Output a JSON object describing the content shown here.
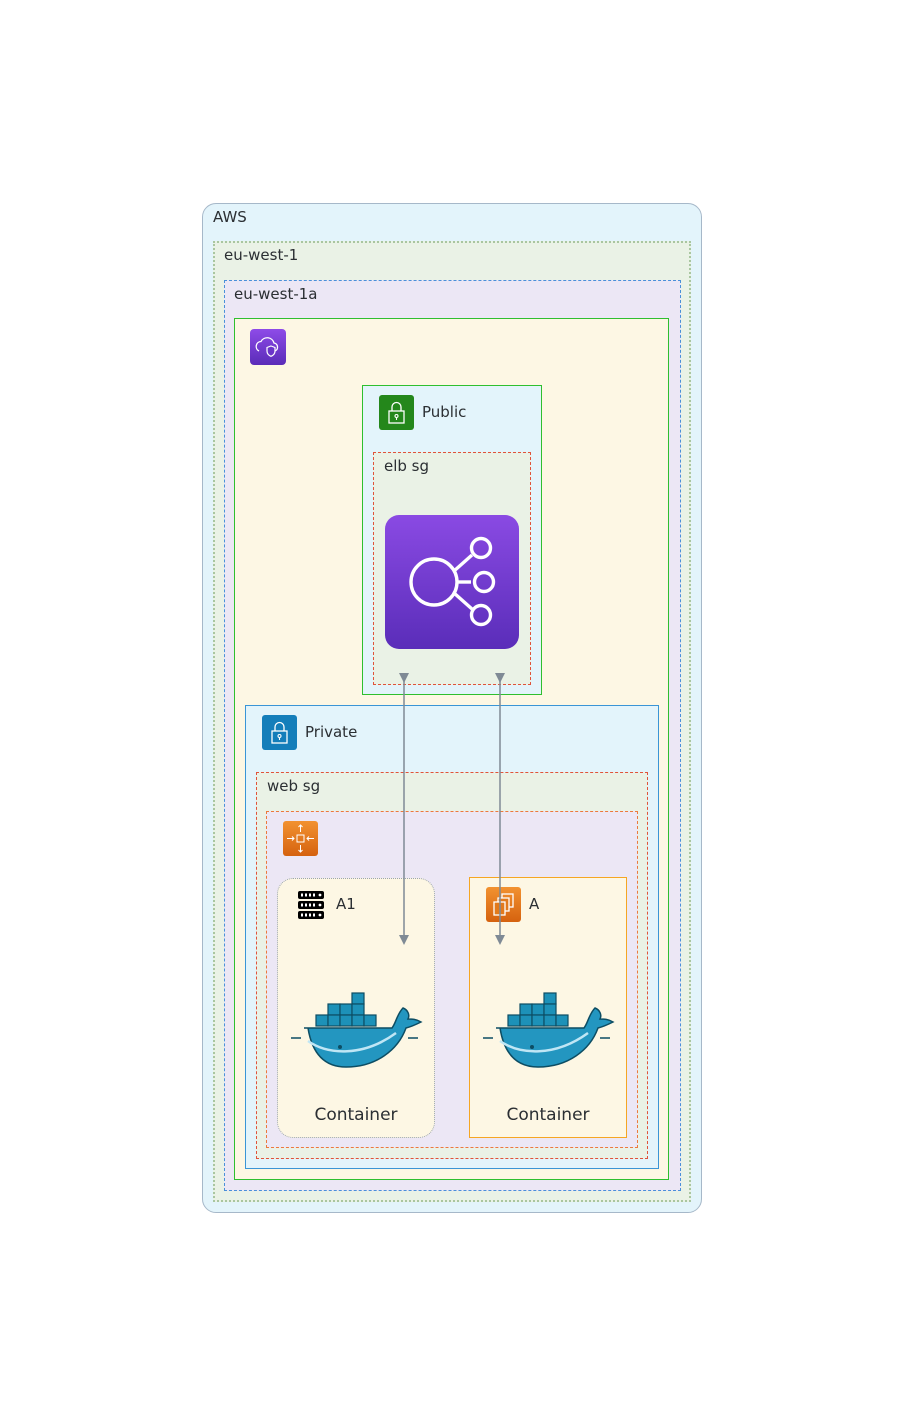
{
  "groups": {
    "cloud": {
      "label": "AWS"
    },
    "region": {
      "label": "eu-west-1"
    },
    "az": {
      "label": "eu-west-1a"
    },
    "vpc": {
      "label": ""
    },
    "public_subnet": {
      "label": "Public"
    },
    "elb_sg": {
      "label": "elb sg"
    },
    "private_subnet": {
      "label": "Private"
    },
    "web_sg": {
      "label": "web sg"
    },
    "autoscaling_group": {
      "label": ""
    },
    "cluster_a1": {
      "label": "A1"
    },
    "cluster_a": {
      "label": "A"
    }
  },
  "nodes": {
    "load_balancer": {
      "icon": "elastic-load-balancing-icon",
      "label": ""
    },
    "container_a1": {
      "icon": "docker-icon",
      "label": "Container"
    },
    "container_a": {
      "icon": "docker-icon",
      "label": "Container"
    }
  },
  "edges": [
    {
      "from": "load_balancer",
      "to": "container_a1",
      "style": "bidirectional"
    },
    {
      "from": "load_balancer",
      "to": "container_a",
      "style": "bidirectional"
    }
  ],
  "colors": {
    "cloud_fill": "#e3f4fb",
    "cloud_border": "#a6b8c9",
    "region_fill": "#eaf2e6",
    "az_fill": "#ece7f5",
    "az_border": "#4a90d9",
    "vpc_fill": "#fdf7e4",
    "vpc_border": "#2fbf2f",
    "subnet_fill": "#e3f4fb",
    "private_border": "#3a95d6",
    "sg_border": "#e0533b",
    "sg_fill": "#eaf2e6",
    "asg_border": "#ec7a3c",
    "elb_purple": "#7b3fd6",
    "docker_blue": "#1d91b8",
    "arrow": "#7f8a95"
  }
}
